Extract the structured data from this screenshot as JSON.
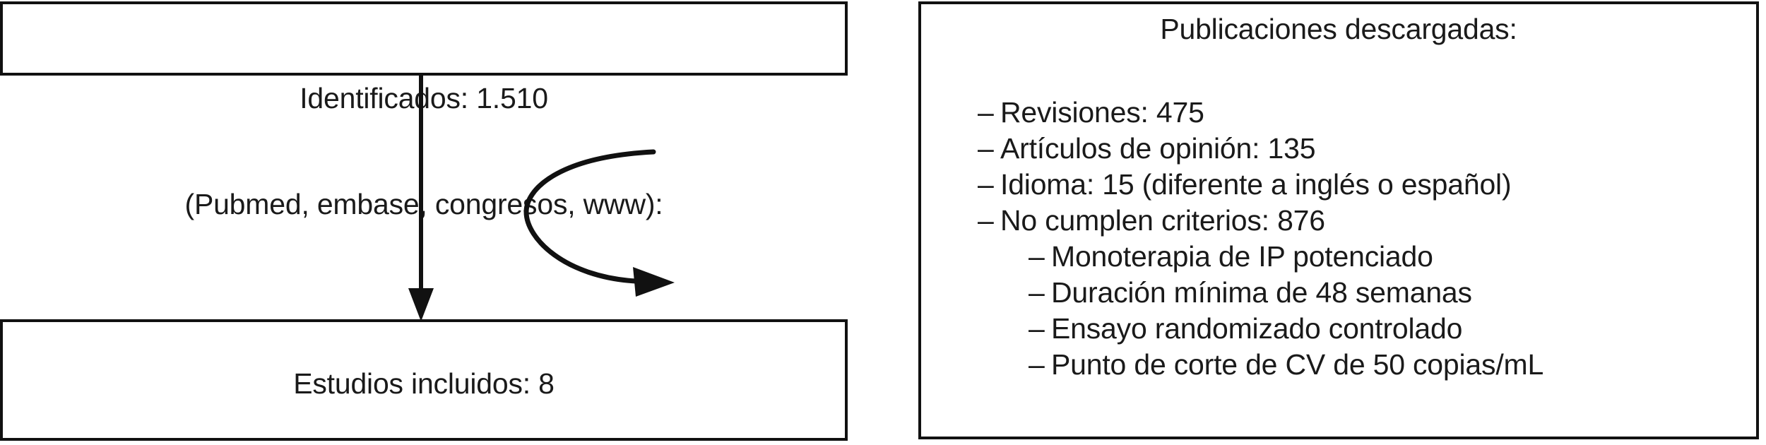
{
  "diagram": {
    "title": "Diagrama de flujo de seleccion de estudios",
    "stroke_color": "#111111",
    "text_color": "#1a1a1a",
    "background": "#ffffff"
  },
  "boxes": {
    "identified": {
      "line1": "Identificados: 1.510",
      "line2": "(Pubmed, embase, congresos, www):"
    },
    "included": {
      "line1": "Estudios incluidos: 8"
    },
    "downloaded": {
      "title": "Publicaciones descargadas:",
      "items": [
        {
          "level": 1,
          "dash": "–",
          "label": "Revisiones: 475"
        },
        {
          "level": 1,
          "dash": "–",
          "label": "Artículos de opinión: 135"
        },
        {
          "level": 1,
          "dash": "–",
          "label": "Idioma: 15 (diferente a inglés o español)"
        },
        {
          "level": 1,
          "dash": "–",
          "label": "No cumplen criterios: 876"
        },
        {
          "level": 2,
          "dash": "–",
          "label": "Monoterapia de IP potenciado"
        },
        {
          "level": 2,
          "dash": "–",
          "label": "Duración mínima de 48 semanas"
        },
        {
          "level": 2,
          "dash": "–",
          "label": "Ensayo randomizado controlado"
        },
        {
          "level": 2,
          "dash": "–",
          "label": "Punto de corte de CV de 50 copias/mL"
        }
      ]
    }
  },
  "connectors": {
    "down_arrow": {
      "name": "flow-arrow-down"
    },
    "curved_arrow": {
      "name": "flow-arrow-curved-exclusions"
    }
  }
}
